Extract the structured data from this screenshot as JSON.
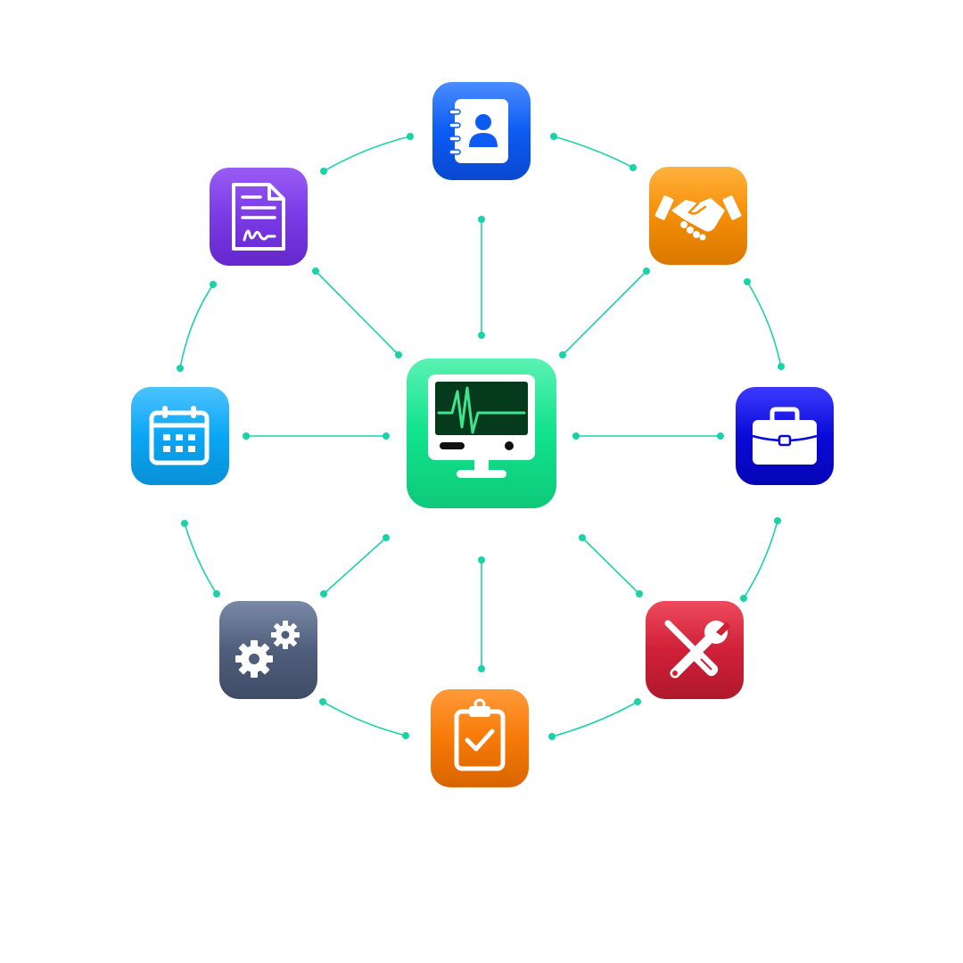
{
  "diagram": {
    "connector_color": "#19d3a8",
    "center": {
      "name": "system-monitor",
      "icon": "monitor-heartbeat-icon",
      "colors": [
        "#5af2b4",
        "#10e28c",
        "#0fc97a"
      ]
    },
    "nodes": [
      {
        "name": "contacts",
        "icon": "address-book-icon",
        "colors": [
          "#4a8dff",
          "#0c5cf3",
          "#0a48cf"
        ]
      },
      {
        "name": "partnership",
        "icon": "handshake-icon",
        "colors": [
          "#ffb23c",
          "#f58d07",
          "#d97800"
        ]
      },
      {
        "name": "business",
        "icon": "briefcase-icon",
        "colors": [
          "#3b3bff",
          "#0a0ad8",
          "#0505b5"
        ]
      },
      {
        "name": "tools",
        "icon": "wrench-screwdriver-icon",
        "colors": [
          "#ee4a5c",
          "#d02038",
          "#b0182c"
        ]
      },
      {
        "name": "tasks",
        "icon": "clipboard-check-icon",
        "colors": [
          "#ff9a3a",
          "#f77a07",
          "#d96400"
        ]
      },
      {
        "name": "settings",
        "icon": "gears-icon",
        "colors": [
          "#7a8aa6",
          "#4f5e7c",
          "#3f4c66"
        ]
      },
      {
        "name": "schedule",
        "icon": "calendar-icon",
        "colors": [
          "#4cc3ff",
          "#0aa6f5",
          "#0890d6"
        ]
      },
      {
        "name": "contracts",
        "icon": "signed-document-icon",
        "colors": [
          "#9a5cf5",
          "#7a3ae6",
          "#6428cc"
        ]
      }
    ]
  }
}
